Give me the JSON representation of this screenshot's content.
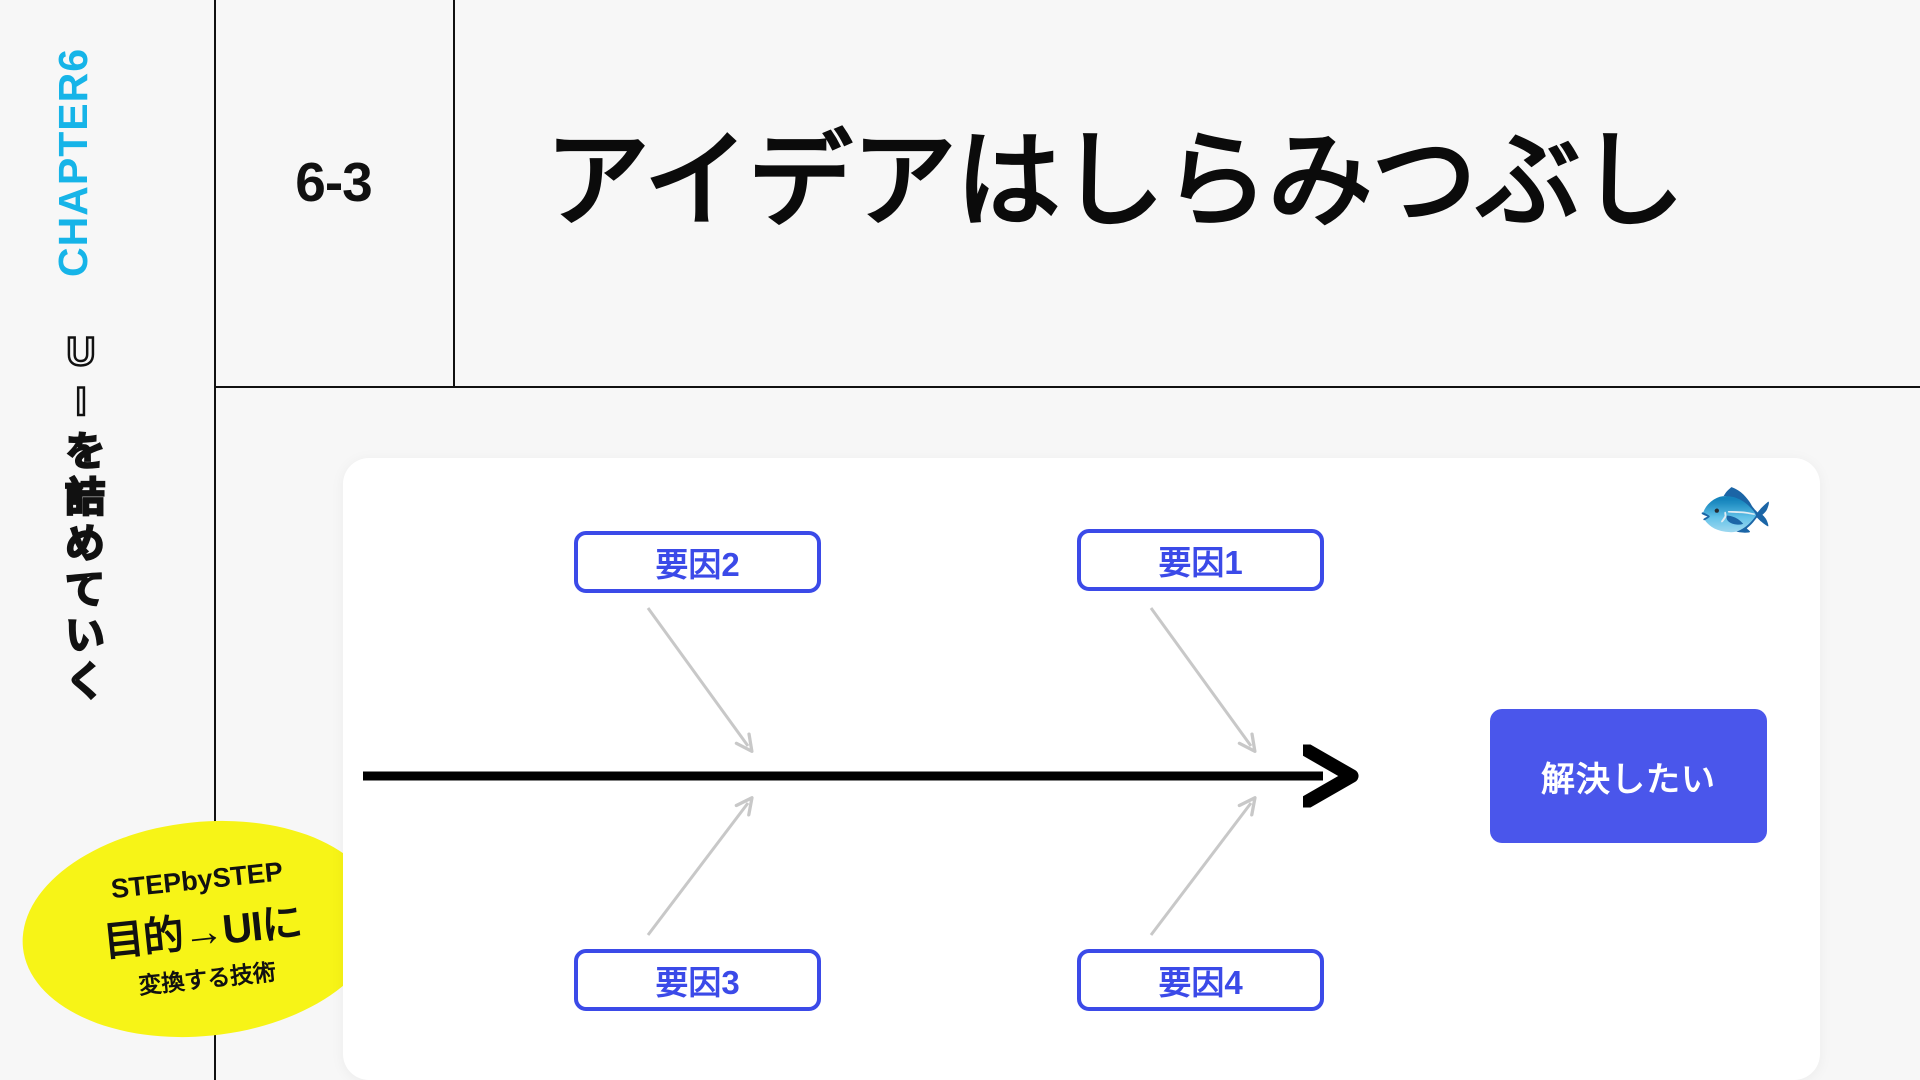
{
  "slide": {
    "background_color": "#f7f7f7",
    "chapter_label": "CHAPTER6",
    "chapter_label_color": "#16b4e8",
    "rail_subtitle": "UIを詰めていく",
    "section_number": "6-3",
    "title": "アイデアはしらみつぶし"
  },
  "badge": {
    "background_color": "#f7f417",
    "line1": "STEPbySTEP",
    "line2": "目的→UIに",
    "line3": "変換する技術"
  },
  "card": {
    "background_color": "#ffffff",
    "fish_icon": "🐟",
    "accent_color": "#3b4ae8",
    "result_color": "#4a56eb"
  },
  "diagram": {
    "type": "fishbone",
    "factors": [
      {
        "id": "factor-2",
        "label": "要因2",
        "position": "top-left"
      },
      {
        "id": "factor-1",
        "label": "要因1",
        "position": "top-right"
      },
      {
        "id": "factor-3",
        "label": "要因3",
        "position": "bottom-left"
      },
      {
        "id": "factor-4",
        "label": "要因4",
        "position": "bottom-right"
      }
    ],
    "result": {
      "label": "解決したい"
    },
    "spine_color": "#000000",
    "bone_color": "#c8c8c8"
  }
}
